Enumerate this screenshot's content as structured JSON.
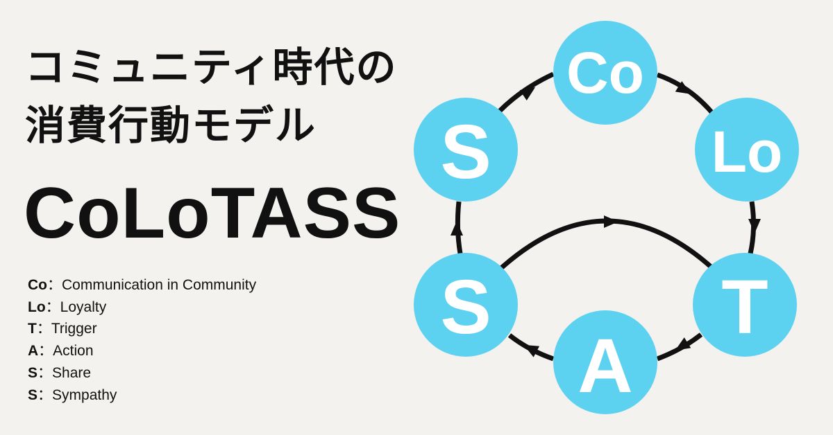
{
  "title_lines": [
    "コミュニティ時代の",
    "消費行動モデル"
  ],
  "model_name": "CoLoTASS",
  "legend": [
    {
      "key": "Co",
      "sep": "：",
      "label": "Communication in Community"
    },
    {
      "key": "Lo",
      "sep": "：",
      "label": "Loyalty"
    },
    {
      "key": "T",
      "sep": "：",
      "label": "Trigger"
    },
    {
      "key": "A",
      "sep": "：",
      "label": "Action"
    },
    {
      "key": "S",
      "sep": "：",
      "label": "Share"
    },
    {
      "key": "S",
      "sep": "：",
      "label": "Sympathy"
    }
  ],
  "diagram": {
    "nodes": [
      {
        "id": "co",
        "label": "Co"
      },
      {
        "id": "lo",
        "label": "Lo"
      },
      {
        "id": "t",
        "label": "T"
      },
      {
        "id": "a",
        "label": "A"
      },
      {
        "id": "s_share",
        "label": "S"
      },
      {
        "id": "s_sympathy",
        "label": "S"
      }
    ],
    "edges": [
      {
        "from": "s_sympathy",
        "to": "co"
      },
      {
        "from": "co",
        "to": "lo"
      },
      {
        "from": "lo",
        "to": "t"
      },
      {
        "from": "t",
        "to": "a"
      },
      {
        "from": "a",
        "to": "s_share"
      },
      {
        "from": "s_share",
        "to": "s_sympathy"
      },
      {
        "from": "s_share",
        "to": "t"
      }
    ]
  },
  "colors": {
    "background": "#f3f2ee",
    "node": "#5dd1f0",
    "text": "#111111",
    "arrow": "#111111"
  }
}
